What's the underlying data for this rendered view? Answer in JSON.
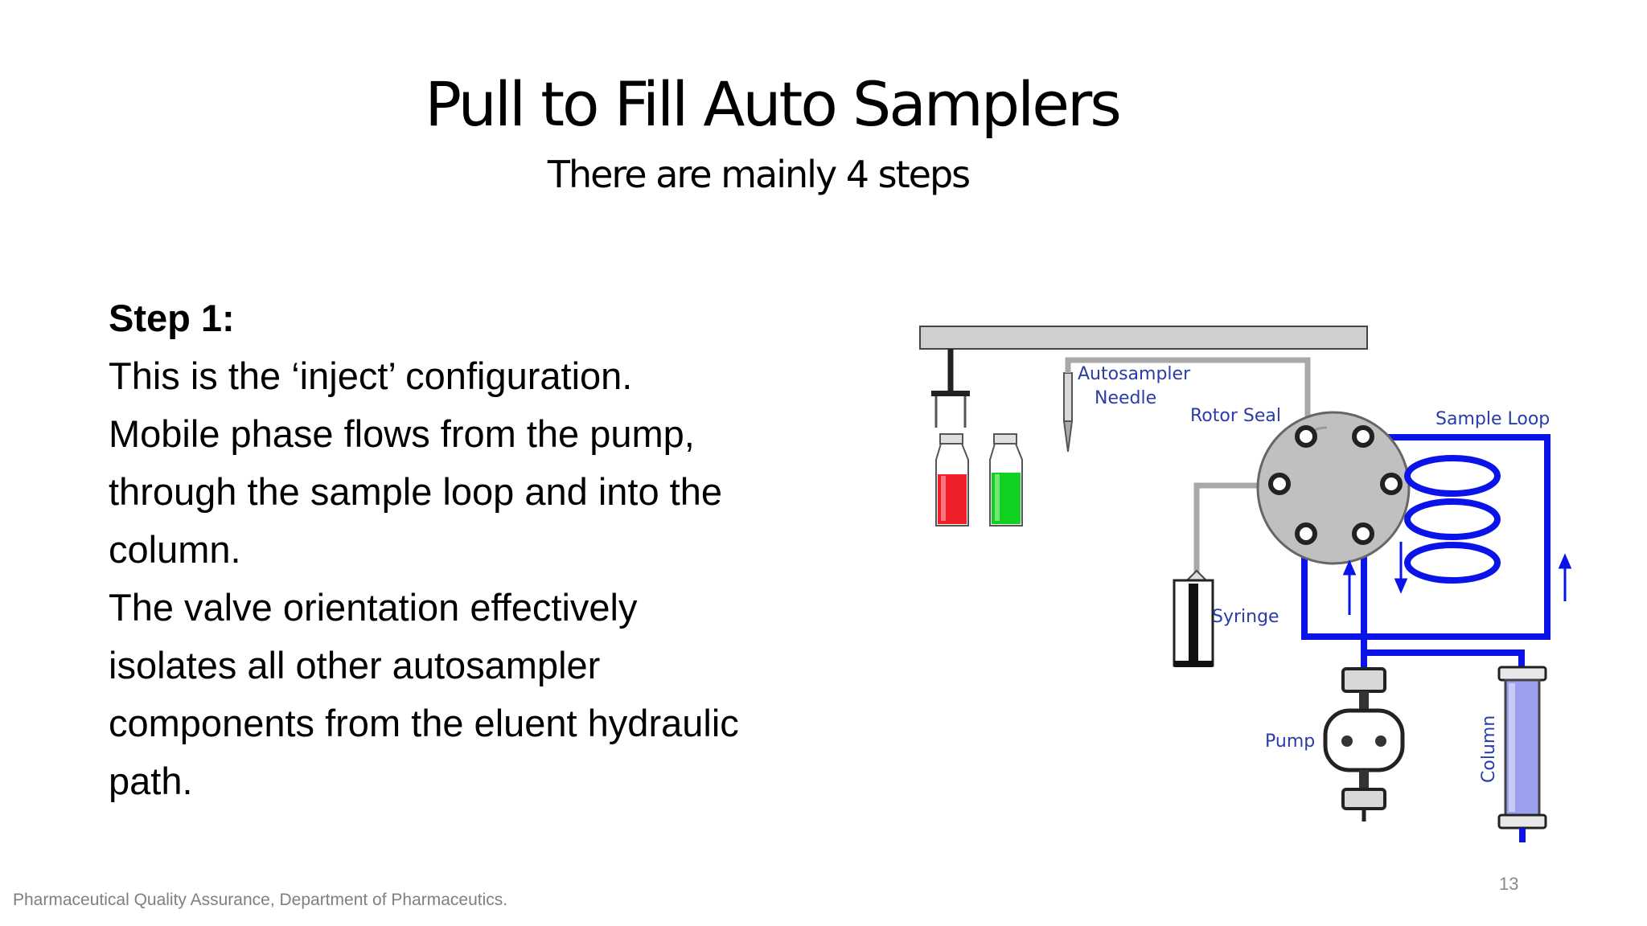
{
  "slide": {
    "title": "Pull to Fill Auto Samplers",
    "subtitle": "There are mainly 4 steps",
    "step_heading": "Step 1:",
    "lines": [
      "This is the ‘inject’ configuration.",
      "Mobile phase flows from the pump,",
      "through the sample loop and into the",
      "column.",
      "The valve orientation effectively",
      "isolates all other autosampler",
      "components from the eluent hydraulic",
      "path."
    ],
    "footer": "Pharmaceutical Quality Assurance, Department of Pharmaceutics.",
    "page_number": "13"
  },
  "diagram": {
    "labels": {
      "autosampler_needle_1": "Autosampler",
      "autosampler_needle_2": "Needle",
      "rotor_seal": "Rotor Seal",
      "sample_loop": "Sample Loop",
      "syringe": "Syringe",
      "pump": "Pump",
      "column": "Column"
    },
    "colors": {
      "flow_path": "#0a14e8",
      "inactive_path": "#a8a8a8",
      "red_vial": "#f0202a",
      "green_vial": "#10d020",
      "column_fill": "#9aa0ee",
      "label_text": "#2a3ca8"
    }
  }
}
